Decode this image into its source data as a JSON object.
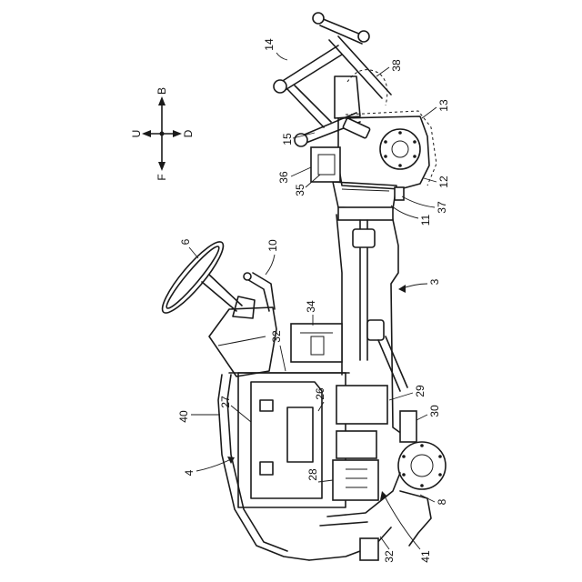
{
  "orientation": {
    "up": "U",
    "down": "D",
    "front": "F",
    "back": "B"
  },
  "reference_numerals": {
    "n14": "14",
    "n38": "38",
    "n13": "13",
    "n15": "15",
    "n36": "36",
    "n35": "35",
    "n12": "12",
    "n37": "37",
    "n11": "11",
    "n6": "6",
    "n10": "10",
    "n3": "3",
    "n34": "34",
    "n32a": "32",
    "n40": "40",
    "n27": "27",
    "n26": "26",
    "n29": "29",
    "n30": "30",
    "n4": "4",
    "n28": "28",
    "n8": "8",
    "n32b": "32",
    "n41": "41"
  }
}
